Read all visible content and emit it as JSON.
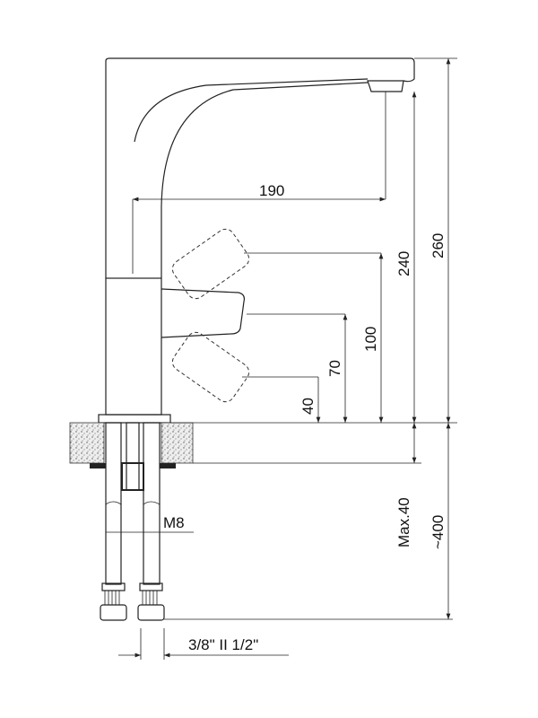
{
  "drawing": {
    "dimensions": {
      "spout_reach": "190",
      "spout_height": "240",
      "total_height": "260",
      "handle_100": "100",
      "handle_70": "70",
      "handle_40": "40",
      "max_counter": "Max.40",
      "hose_length": "~400",
      "thread": "M8",
      "connection": "3/8\" II 1/2\""
    }
  }
}
